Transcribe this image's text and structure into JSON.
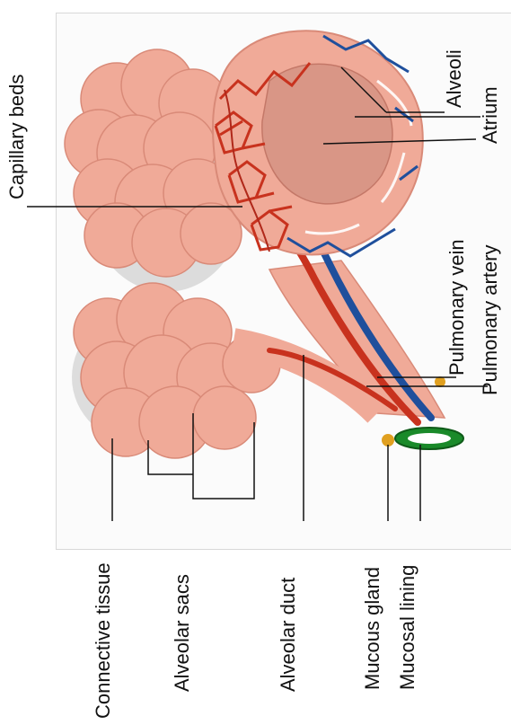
{
  "labels": {
    "alveoli": "Alveoli",
    "atrium": "Atrium",
    "capillary_beds": "Capillary beds",
    "pulmonary_vein": "Pulmonary vein",
    "pulmonary_artery": "Pulmonary artery",
    "connective_tissue": "Connective tissue",
    "alveolar_sacs": "Alveolar sacs",
    "alveolar_duct": "Alveolar duct",
    "mucous_gland": "Mucous gland",
    "mucosal_lining": "Mucosal lining"
  },
  "colors": {
    "tissue": "#f0aa98",
    "tissue_dark": "#d98a78",
    "artery": "#c8321e",
    "vein": "#1f4f9c",
    "mucosa": "#1a8a2a",
    "gland": "#e0a020",
    "shadow": "#b8b8b8"
  }
}
